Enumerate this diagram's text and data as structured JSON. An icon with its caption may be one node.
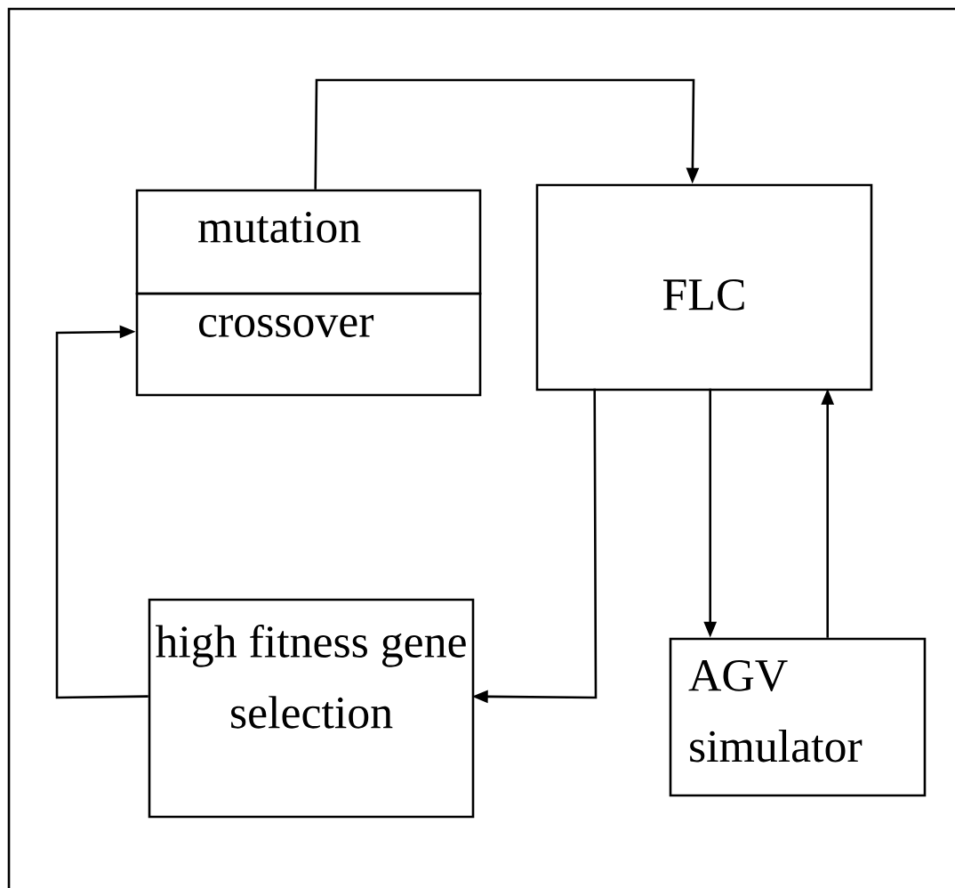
{
  "diagram": {
    "nodes": [
      {
        "text": [
          "mutation"
        ]
      },
      {
        "text": [
          "crossover"
        ]
      },
      {
        "text": [
          "FLC"
        ]
      },
      {
        "text": [
          "high fitness gene selection"
        ]
      },
      {
        "text": [
          "AGV simulator"
        ]
      }
    ],
    "edges": [
      {
        "from": 0,
        "to": 2,
        "arrow": "to"
      },
      {
        "from": 2,
        "to": 3,
        "arrow": "to"
      },
      {
        "from": 3,
        "to": 1,
        "arrow": "to"
      },
      {
        "from": 2,
        "to": 4,
        "arrow": "to"
      },
      {
        "from": 4,
        "to": 2,
        "arrow": "to"
      }
    ]
  }
}
